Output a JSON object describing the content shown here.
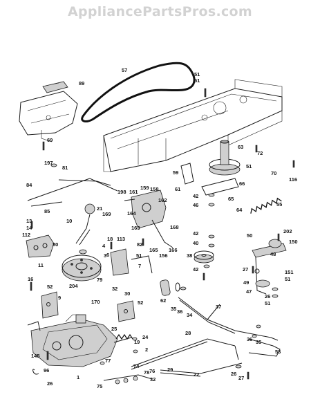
{
  "watermark": "AppliancePartsPros.com",
  "callouts": [
    "57",
    "89",
    "51",
    "51",
    "69",
    "63",
    "72",
    "51",
    "70",
    "116",
    "197",
    "81",
    "59",
    "66",
    "84",
    "198",
    "161",
    "159",
    "158",
    "162",
    "61",
    "42",
    "65",
    "55",
    "85",
    "21",
    "164",
    "46",
    "64",
    "169",
    "13",
    "14",
    "10",
    "112",
    "163",
    "168",
    "80",
    "18",
    "113",
    "82",
    "40",
    "50",
    "202",
    "150",
    "6",
    "166",
    "165",
    "156",
    "42",
    "4",
    "11",
    "3",
    "51",
    "38",
    "48",
    "7",
    "42",
    "27",
    "151",
    "49",
    "51",
    "47",
    "26",
    "51",
    "16",
    "52",
    "204",
    "79",
    "32",
    "9",
    "30",
    "52",
    "62",
    "35",
    "36",
    "34",
    "37",
    "25",
    "170",
    "19",
    "24",
    "2",
    "28",
    "36",
    "35",
    "145",
    "77",
    "74",
    "76",
    "53",
    "96",
    "26",
    "1",
    "75",
    "78",
    "29",
    "22",
    "26",
    "27",
    "32"
  ]
}
